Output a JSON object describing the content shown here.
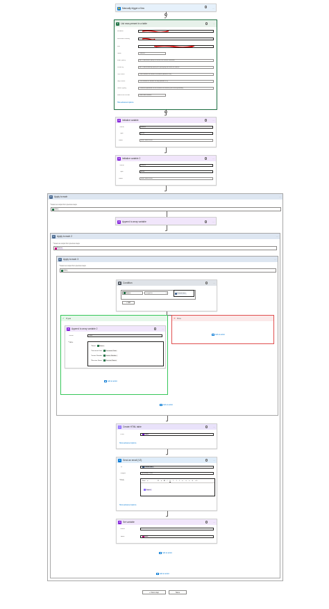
{
  "flow": {
    "trigger": {
      "title": "Manually trigger a flow"
    },
    "get_rows": {
      "title": "List rows present in a table",
      "fields": [
        {
          "label": "Location",
          "value": ""
        },
        {
          "label": "Document Library",
          "value": ""
        },
        {
          "label": "File",
          "value": ""
        },
        {
          "label": "Table",
          "value": "Tabelle1"
        },
        {
          "label": "Filter Query",
          "value": "An ODATA filter query to restrict the entries returned"
        },
        {
          "label": "Order By",
          "value": "An ODATA orderBy query for specifying the order of entries."
        },
        {
          "label": "Top Count",
          "value": "Total number of entries to retrieve (default = all)."
        },
        {
          "label": "Skip Count",
          "value": "The number of entries to skip (default = 0)."
        },
        {
          "label": "Select Query",
          "value": "Comma-separated list of columns to retrieve (first 500 by default)."
        },
        {
          "label": "DateTime Format",
          "value": "DateTime Format."
        }
      ],
      "hide_advanced": "Hide advanced options"
    },
    "init_var1": {
      "title": "Initialize variable",
      "fields": [
        {
          "label": "* Name",
          "value": "Names"
        },
        {
          "label": "* Type",
          "value": "Array"
        },
        {
          "label": "Value",
          "value": "Enter initial value"
        }
      ]
    },
    "init_var2": {
      "title": "Initialize variable 2",
      "fields": [
        {
          "label": "* Name",
          "value": "Names"
        },
        {
          "label": "* Type",
          "value": "Array"
        },
        {
          "label": "Value",
          "value": "Enter initial value"
        }
      ]
    },
    "apply_each": {
      "title": "Apply to each",
      "select_label": "* Select an output from previous steps",
      "token": "value",
      "append": {
        "title": "Append to array variable"
      }
    },
    "apply_each2": {
      "title": "Apply to each 2",
      "select_label": "* Select an output from previous steps",
      "token": "Names"
    },
    "apply_each3": {
      "title": "Apply to each 3",
      "select_label": "* Select an output from previous steps",
      "token": "value"
    },
    "condition": {
      "title": "Condition",
      "left_token": "Name",
      "operator": "is equal to",
      "right_token": "Current item",
      "add_label": "+ Add"
    },
    "yes_branch": {
      "title": "If yes",
      "append2": {
        "title": "Append to array variable 2",
        "name_label": "* Name",
        "name_value": "Table",
        "value_label": "* Value",
        "lines": [
          {
            "key": "\"Name\":",
            "token": "Name"
          },
          {
            "key": "\"Document Date\":",
            "token": "Document Date"
          },
          {
            "key": "\"Invoice Number\":",
            "token": "Invoice Number"
          },
          {
            "key": "\"Receiver Name\":",
            "token": "Receiver Name"
          }
        ]
      },
      "add_action": "Add an action"
    },
    "no_branch": {
      "title": "If no",
      "add_action": "Add an action"
    },
    "apply3_add_action": "Add an action",
    "create_html": {
      "title": "Create HTML table",
      "from_label": "* From",
      "from_token": "Table",
      "advanced": "Show advanced options"
    },
    "send_email": {
      "title": "Send an email (V2)",
      "to_label": "* To",
      "to_token": "Current item",
      "subject_label": "* Subject",
      "subject_value": "Upcoming Tasks",
      "body_label": "* Body",
      "font": "Font",
      "size": "12",
      "body_token": "Output",
      "advanced": "Show advanced options"
    },
    "set_var": {
      "title": "Set variable",
      "name_label": "* Name",
      "name_value": "",
      "value_label": "* Value",
      "value_token": "Null"
    },
    "apply2_add_action": "Add an action",
    "outer_add_action": "Add an action",
    "footer": {
      "new_step": "+ New step",
      "save": "Save"
    }
  },
  "colors": {
    "trigger": "#0077d6",
    "excel": "#217346",
    "variable": "#770bd6",
    "control": "#486991",
    "outlook": "#0078d4",
    "yes": "#35c659",
    "no": "#e04e4e"
  }
}
